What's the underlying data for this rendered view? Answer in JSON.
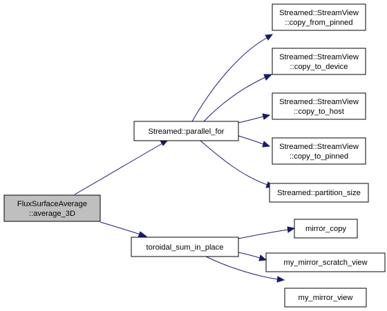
{
  "graph": {
    "colors": {
      "edge": "#191970",
      "root_fill": "#bfbfbf",
      "node_fill": "#ffffff",
      "node_border": "#000000"
    },
    "nodes": {
      "root": {
        "lines": [
          "FluxSurfaceAverage",
          "::average_3D"
        ]
      },
      "parallel_for": {
        "lines": [
          "Streamed::parallel_for"
        ]
      },
      "toroidal_sum": {
        "lines": [
          "toroidal_sum_in_place"
        ]
      },
      "copy_from_pinned": {
        "lines": [
          "Streamed::StreamView",
          "::copy_from_pinned"
        ]
      },
      "copy_to_device": {
        "lines": [
          "Streamed::StreamView",
          "::copy_to_device"
        ]
      },
      "copy_to_host": {
        "lines": [
          "Streamed::StreamView",
          "::copy_to_host"
        ]
      },
      "copy_to_pinned": {
        "lines": [
          "Streamed::StreamView",
          "::copy_to_pinned"
        ]
      },
      "partition_size": {
        "lines": [
          "Streamed::partition_size"
        ]
      },
      "mirror_copy": {
        "lines": [
          "mirror_copy"
        ]
      },
      "mirror_scratch_view": {
        "lines": [
          "my_mirror_scratch_view"
        ]
      },
      "mirror_view": {
        "lines": [
          "my_mirror_view"
        ]
      }
    }
  }
}
